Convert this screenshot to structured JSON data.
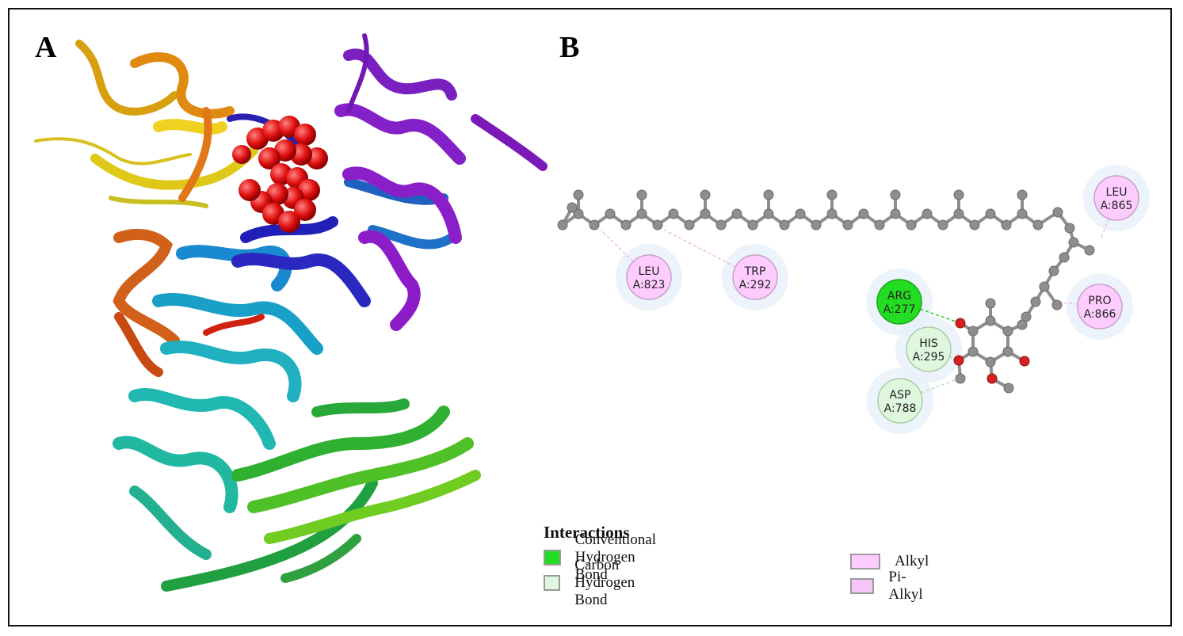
{
  "panels": {
    "a_label": "A",
    "b_label": "B"
  },
  "residues": [
    {
      "name": "LEU",
      "id": "A:823",
      "type": "alkyl"
    },
    {
      "name": "TRP",
      "id": "A:292",
      "type": "alkyl"
    },
    {
      "name": "LEU",
      "id": "A:865",
      "type": "alkyl"
    },
    {
      "name": "ARG",
      "id": "A:277",
      "type": "conventional"
    },
    {
      "name": "HIS",
      "id": "A:295",
      "type": "carbon"
    },
    {
      "name": "PRO",
      "id": "A:866",
      "type": "alkyl"
    },
    {
      "name": "ASP",
      "id": "A:788",
      "type": "carbon"
    }
  ],
  "legend": {
    "title": "Interactions",
    "items": [
      {
        "label": "Conventional Hydrogen Bond",
        "color": "#22dd22"
      },
      {
        "label": "Carbon Hydrogen Bond",
        "color": "#dff7df"
      },
      {
        "label": "Alkyl",
        "color": "#ffccff"
      },
      {
        "label": "Pi-Alkyl",
        "color": "#f7c4f7"
      }
    ]
  },
  "colors": {
    "atom_carbon": "#8e8e8e",
    "atom_oxygen": "#d62020",
    "ligand_spheres": "#e01010"
  }
}
